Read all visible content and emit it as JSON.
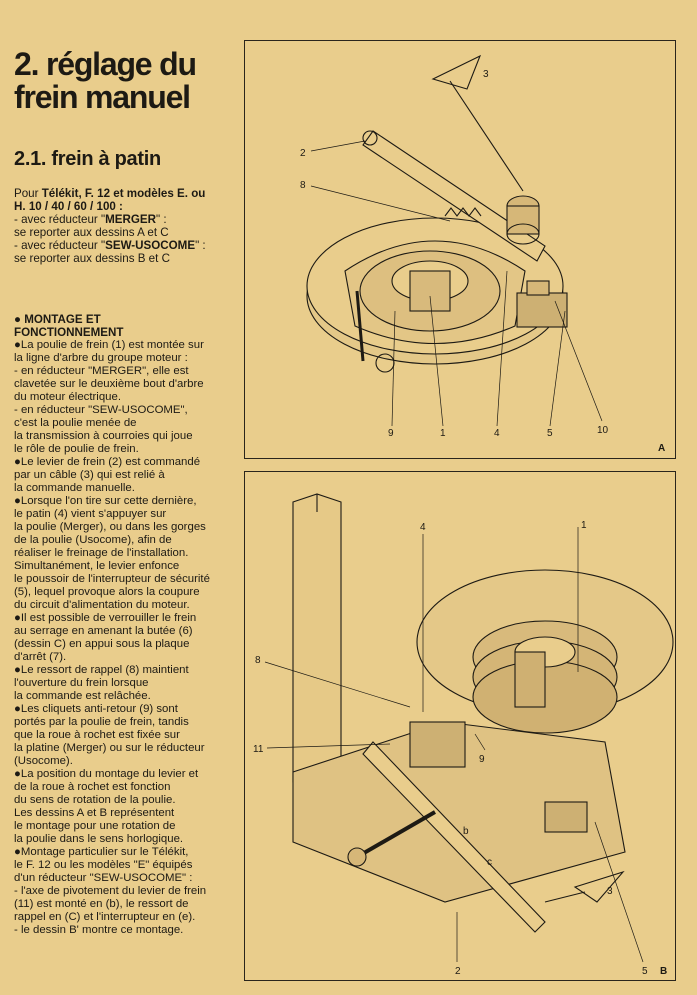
{
  "heading": {
    "line1": "2. réglage du",
    "line2": "frein manuel"
  },
  "subheading": "2.1. frein à patin",
  "intro": {
    "l1_pre": "Pour ",
    "l1_bold": "Télékit, F. 12 et modèles E. ou",
    "l2_bold": "H. 10 / 40 / 60 / 100 :",
    "l3_pre": "- avec réducteur \"",
    "l3_bold": "MERGER",
    "l3_post": "\" :",
    "l4": "se reporter aux dessins A et C",
    "l5_pre": "- avec réducteur \"",
    "l5_bold": "SEW-USOCOME",
    "l5_post": "\" :",
    "l6": "se reporter aux dessins B et C"
  },
  "montage": {
    "head1": "● MONTAGE ET",
    "head2": "FONCTIONNEMENT",
    "lines": [
      "●La poulie de frein (1) est montée sur",
      "la ligne d'arbre du groupe moteur :",
      "- en réducteur \"MERGER\", elle est",
      "clavetée sur le deuxième bout d'arbre",
      "du moteur électrique.",
      "- en réducteur \"SEW-USOCOME\",",
      "c'est la poulie menée de",
      "la transmission à courroies qui joue",
      "le rôle de poulie de frein.",
      "●Le levier de frein (2) est commandé",
      "par un câble (3) qui est relié à",
      "la commande manuelle.",
      "●Lorsque l'on tire sur cette dernière,",
      "le patin (4) vient s'appuyer sur",
      "la poulie (Merger), ou dans les gorges",
      "de la poulie (Usocome), afin de",
      "réaliser le freinage de l'installation.",
      "Simultanément, le levier enfonce",
      "le poussoir de l'interrupteur de sécurité",
      "(5), lequel provoque alors la coupure",
      "du circuit d'alimentation du moteur.",
      "●Il est possible de verrouiller le frein",
      "au serrage en amenant la butée (6)",
      "(dessin C) en appui sous la plaque",
      "d'arrêt (7).",
      "●Le ressort de rappel (8) maintient",
      "l'ouverture du frein lorsque",
      "la commande est relâchée.",
      "●Les cliquets anti-retour (9) sont",
      "portés par la poulie de frein, tandis",
      "que la roue à rochet est fixée sur",
      "la platine (Merger) ou sur le réducteur",
      "(Usocome).",
      "●La position du montage du levier et",
      "de la roue à rochet est fonction",
      "du sens de rotation de la poulie.",
      "Les dessins A et B représentent",
      "le montage pour une rotation de",
      "la poulie dans le sens horlogique.",
      "●Montage particulier sur le Télékit,",
      "le F. 12 ou les modèles \"E\" équipés",
      "d'un réducteur \"SEW-USOCOME\" :",
      "- l'axe de pivotement du levier de frein",
      "(11) est monté en (b), le ressort de",
      "rappel en (C) et l'interrupteur en (e).",
      "- le dessin B' montre ce montage."
    ]
  },
  "figureA": {
    "letter": "A",
    "labels": {
      "n1": "1",
      "n2": "2",
      "n3": "3",
      "n4": "4",
      "n5": "5",
      "n8": "8",
      "n9": "9",
      "n10": "10"
    }
  },
  "figureB": {
    "letter": "B",
    "labels": {
      "n1": "1",
      "n2": "2",
      "n3": "3",
      "n4": "4",
      "n5": "5",
      "n8": "8",
      "n9": "9",
      "n11": "11",
      "b": "b",
      "c": "c"
    }
  },
  "colors": {
    "paper": "#e9cd8c",
    "ink": "#1d1a14"
  }
}
